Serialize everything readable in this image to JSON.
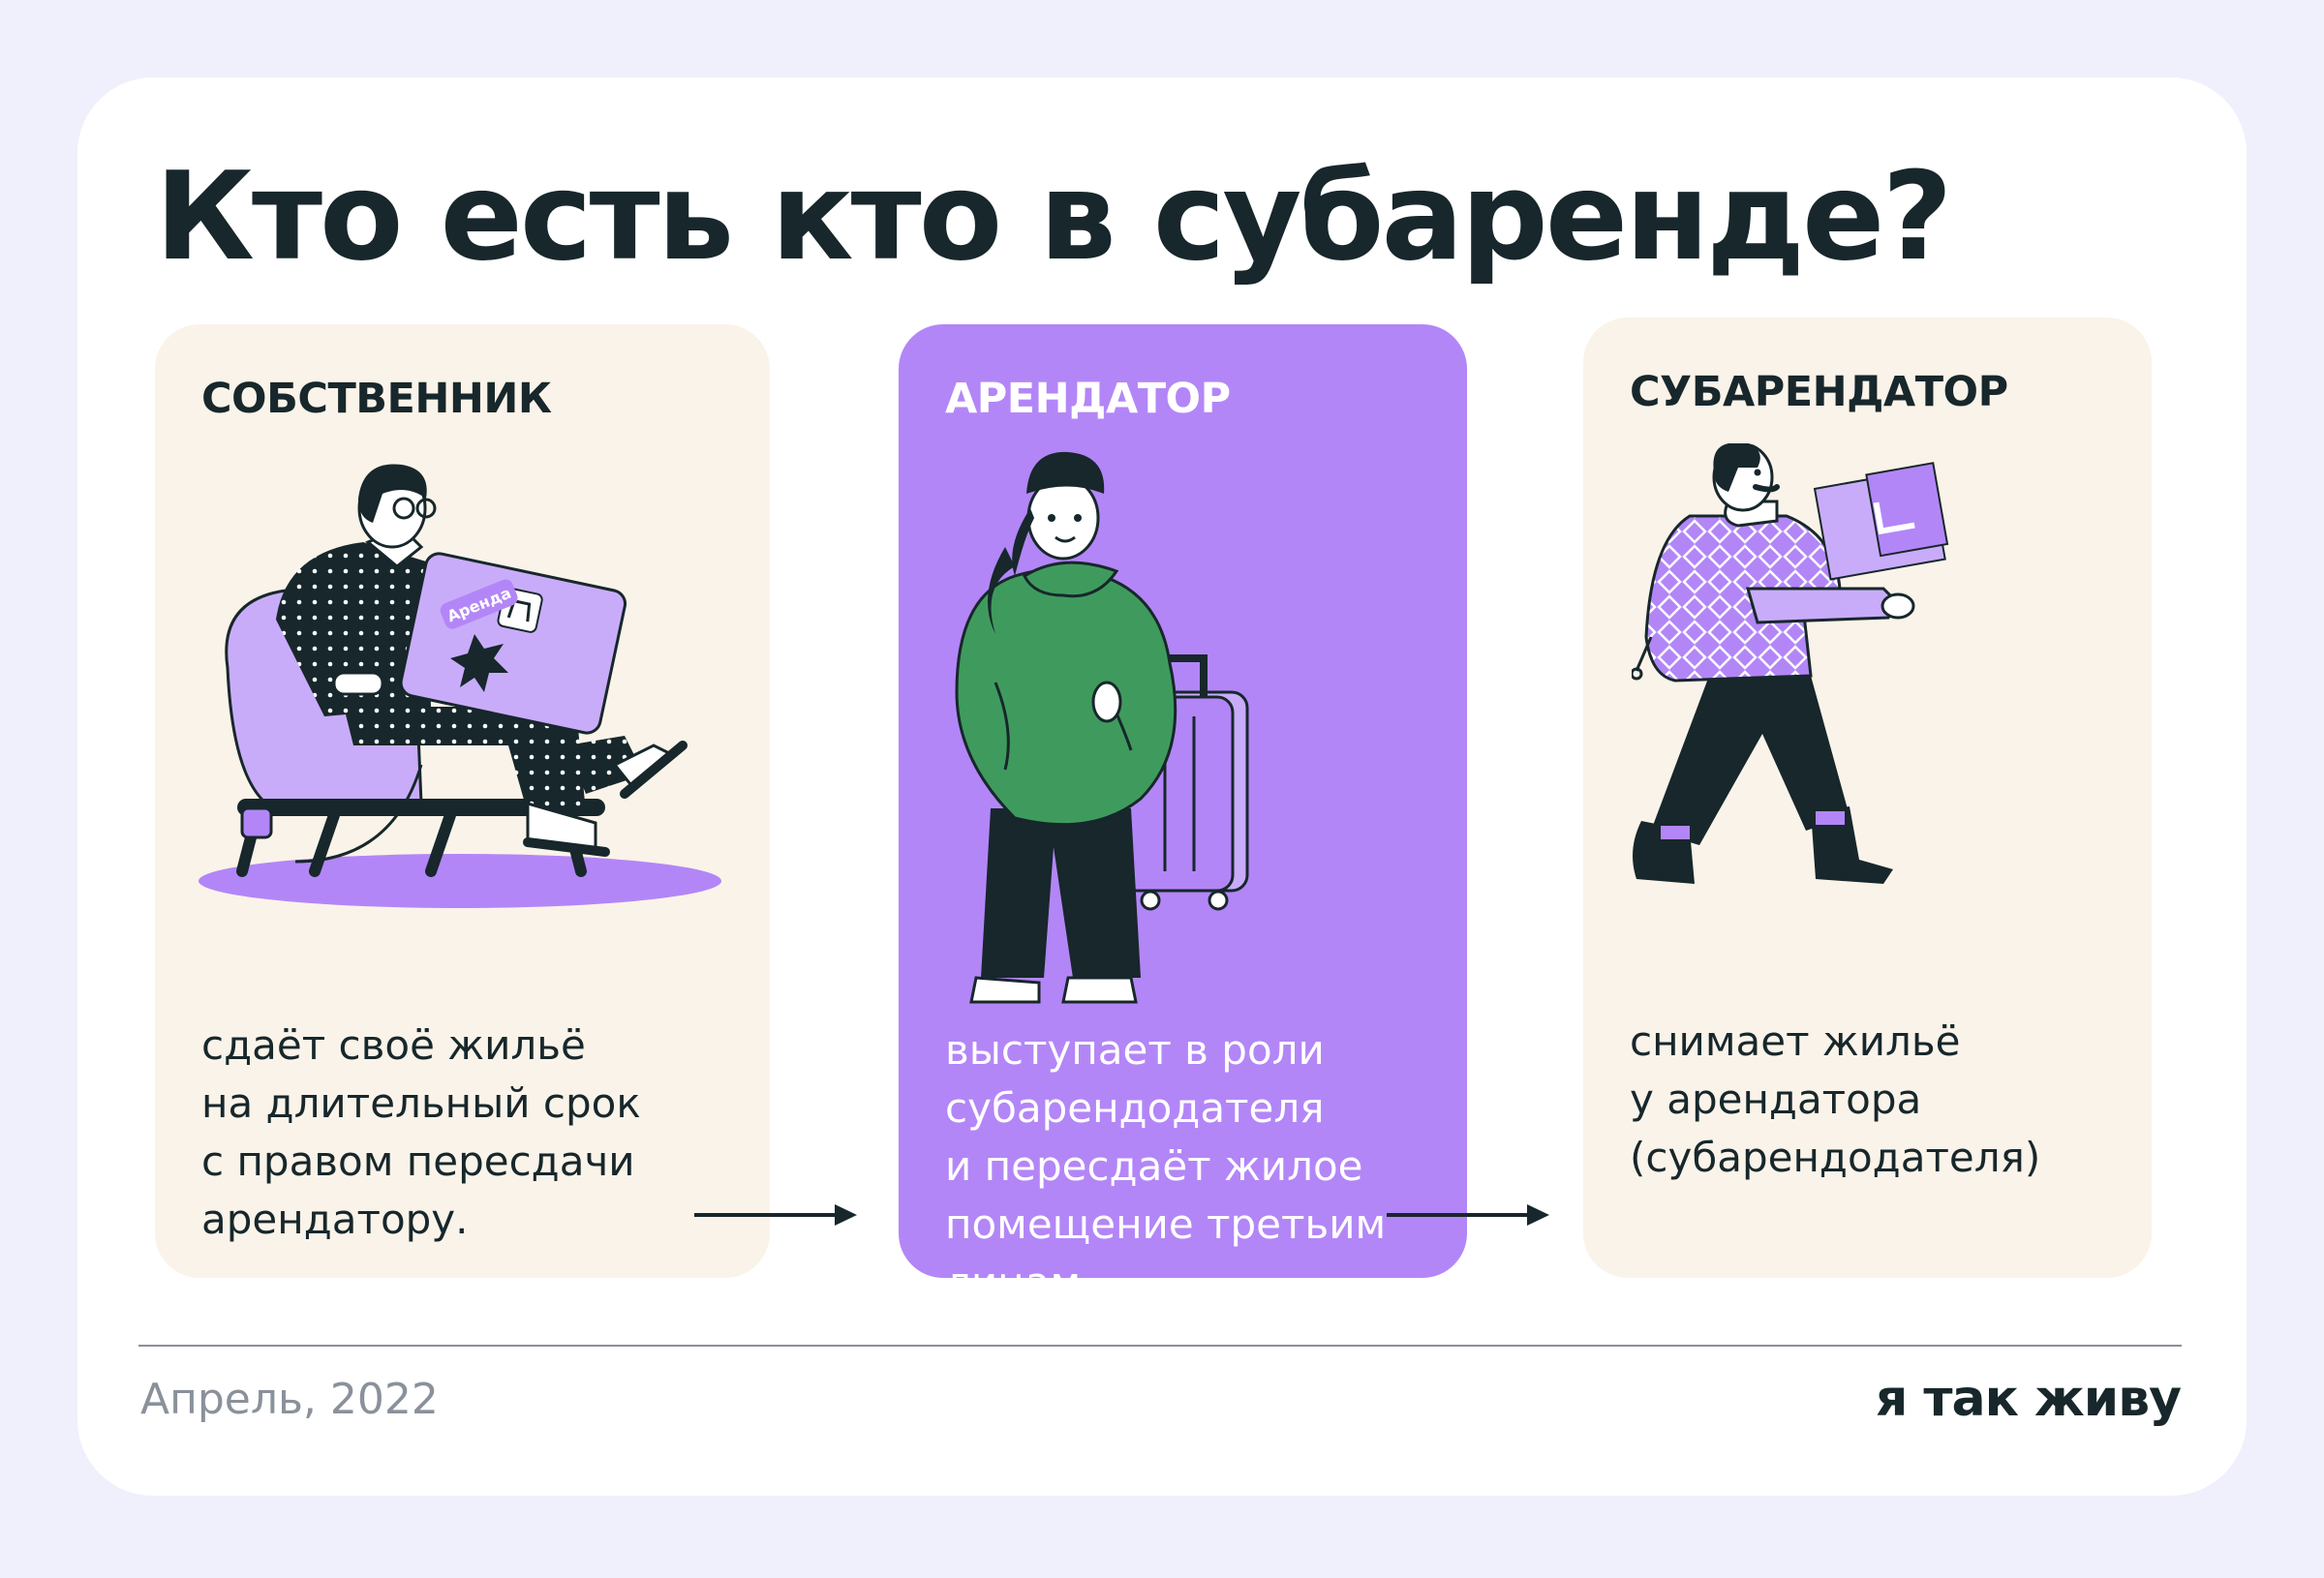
{
  "title": "Кто есть кто в субаренде?",
  "cards": [
    {
      "heading": "СОБСТВЕННИК",
      "text": "сдаёт своё жильё\nна длительный срок\nс правом пересдачи\nарендатору.",
      "badge": "Аренда",
      "background": "#faf3e9"
    },
    {
      "heading": "АРЕНДАТОР",
      "text": "выступает в роли\nсубарендодателя\nи пересдаёт жилое\nпомещение третьим\nлицам.",
      "background": "#b386f7"
    },
    {
      "heading": "СУБАРЕНДАТОР",
      "text": "снимает жильё\nу арендатора\n(субарендодателя)",
      "background": "#faf3e9"
    }
  ],
  "footer": {
    "date": "Апрель, 2022",
    "brand": "я так живу"
  },
  "colors": {
    "page_bg": "#f0effc",
    "accent": "#b386f7",
    "dark": "#17272b",
    "green": "#3f9b5d"
  },
  "icons": [
    "arrow-right-icon",
    "arrow-right-icon"
  ]
}
